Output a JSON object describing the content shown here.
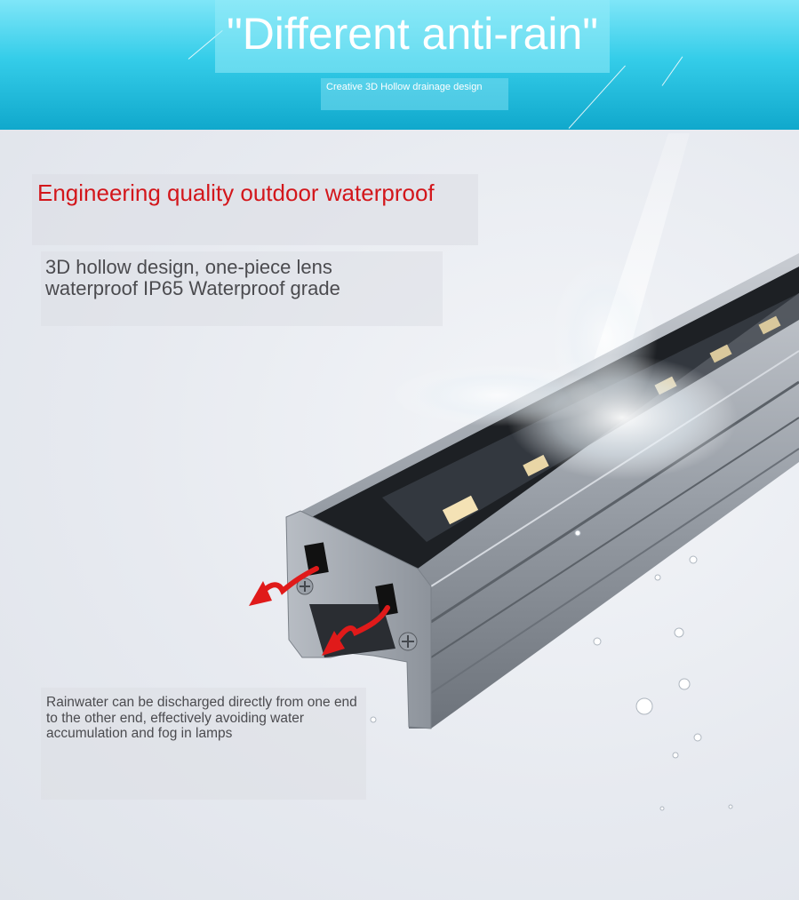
{
  "banner": {
    "title": "\"Different anti-rain\"",
    "subtitle": "Creative 3D Hollow drainage design"
  },
  "content": {
    "heading": "Engineering quality outdoor waterproof",
    "description_lines": [
      "3D hollow design, one-piece lens",
      "waterproof IP65 Waterproof grade"
    ],
    "note": "Rainwater can be discharged directly from one end to the other end, effectively avoiding water accumulation and fog in lamps"
  },
  "colors": {
    "banner_top": "#7fe6f8",
    "banner_bottom": "#10a8cc",
    "heading": "#d3161b",
    "body_text": "#4b4b4f",
    "arrow": "#e01a1a"
  },
  "icons": {
    "drainage_arrows": "red-arrow-icon",
    "product": "led-wall-washer-light"
  }
}
